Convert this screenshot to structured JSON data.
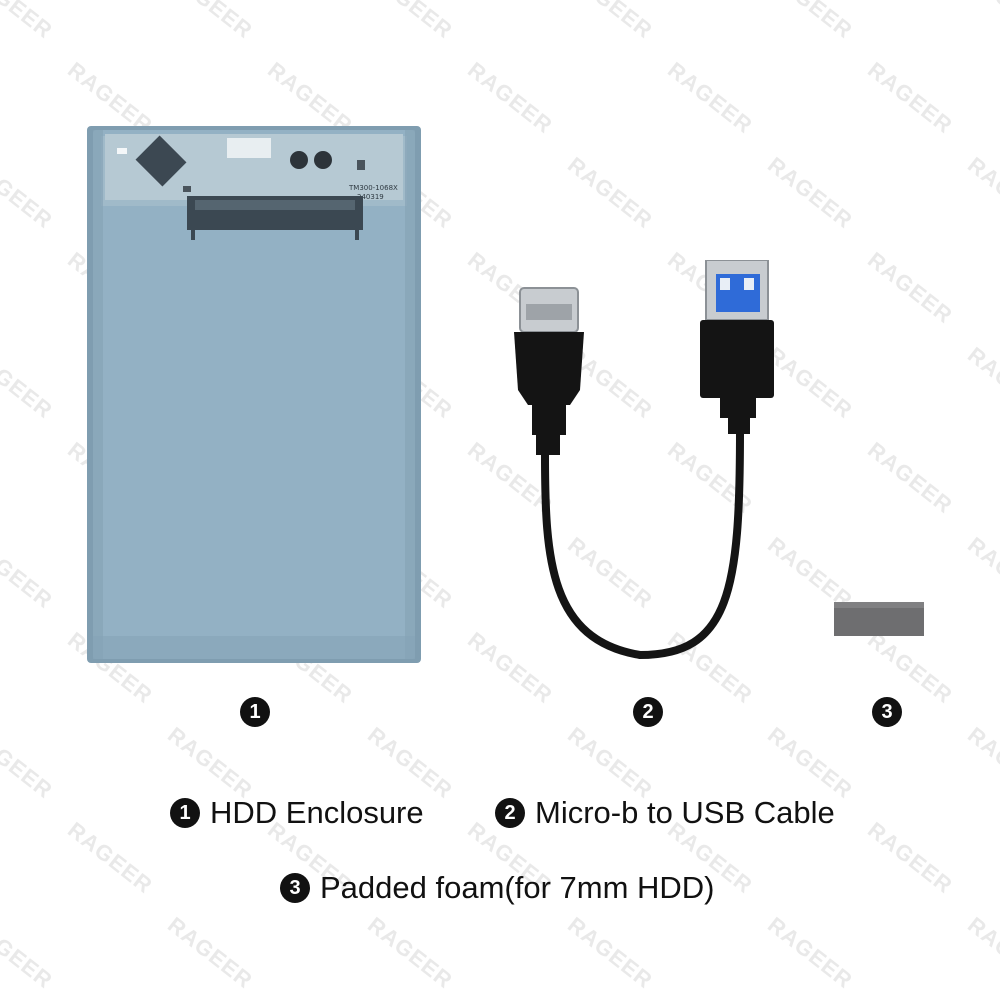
{
  "watermark": {
    "brand": "RAGEER"
  },
  "products": [
    {
      "number": "1",
      "pcb_label_line1": "TM300-1068X",
      "pcb_label_line2": "240319"
    },
    {
      "number": "2"
    },
    {
      "number": "3"
    }
  ],
  "captions": {
    "line1": [
      {
        "number": "1",
        "text": "HDD Enclosure"
      },
      {
        "number": "2",
        "text": "Micro-b to USB Cable"
      }
    ],
    "line2": [
      {
        "number": "3",
        "text": "Padded foam(for 7mm HDD)"
      }
    ]
  },
  "colors": {
    "enclosure": "#93b1c4",
    "enclosure_edge": "#6f8fa3",
    "cable": "#141414",
    "usb_blue": "#2f6bd8",
    "foam": "#6e6e70"
  }
}
